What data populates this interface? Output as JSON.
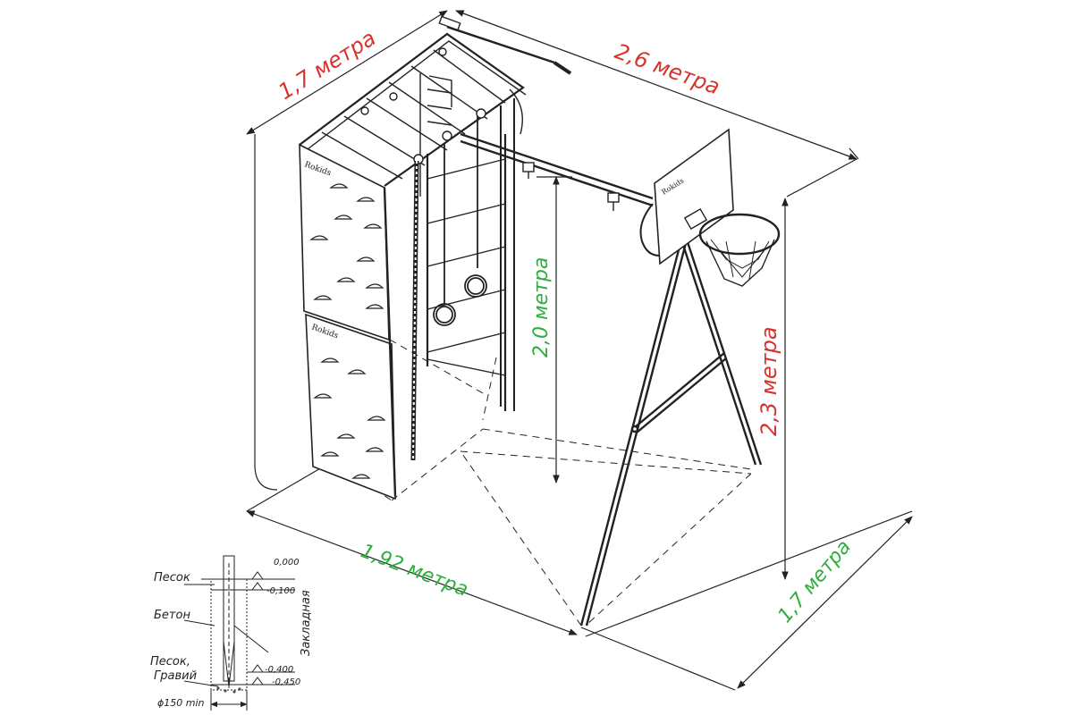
{
  "dimensions": {
    "depth_top": "1,7 метра",
    "width_top": "2,6 метра",
    "ladder_height": "2,0 метра",
    "total_height": "2,3 метра",
    "base_width": "1,92 метра",
    "base_depth": "1,7 метра"
  },
  "brand": {
    "panel_top": "Rokids",
    "panel_bottom": "Rokids",
    "backboard": "Rokids"
  },
  "foundation": {
    "layers": {
      "sand": "Песок",
      "concrete": "Бетон",
      "gravel_line1": "Песок,",
      "gravel_line2": "Гравий"
    },
    "levels": {
      "l0": "0,000",
      "l1": "-0,100",
      "l2": "-0,400",
      "l3": "-0,450"
    },
    "embed_label": "Закладная",
    "diameter": "ϕ150 min"
  },
  "colors": {
    "red_dim": "#d8322c",
    "green_dim": "#2fae3c",
    "line": "#222222"
  }
}
